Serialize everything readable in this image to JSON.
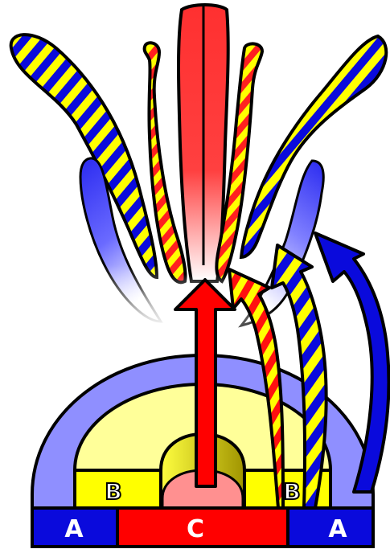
{
  "diagram": {
    "labels": {
      "a_left": "A",
      "a_right": "A",
      "c_center": "C",
      "b_left": "B",
      "b_right": "B"
    },
    "colors": {
      "blue": "#0a0adc",
      "red": "#ff0000",
      "yellow": "#ffff00",
      "pale_yellow": "#ffff99",
      "periwinkle": "#8f8fff",
      "pink": "#ff9090",
      "olive_gold": "#b0a400",
      "outline": "#000000",
      "white": "#ffffff"
    },
    "icons": {
      "central_arrow": "red-up-arrow",
      "striped_arrows": "striped-curved-arrows",
      "blue_arrow": "blue-curved-arrow",
      "flames": "striped-flame-plumes"
    }
  }
}
